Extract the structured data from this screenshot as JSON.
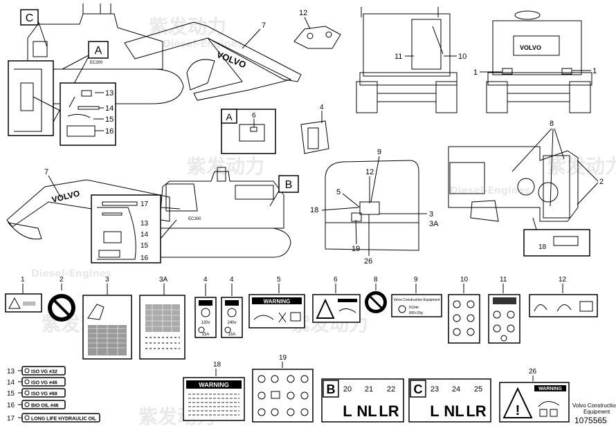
{
  "watermark": {
    "brand": "紫发动力",
    "sub": "Diesel-Engines"
  },
  "callouts": {
    "c1": "1",
    "c2": "2",
    "c3": "3",
    "c3a": "3A",
    "c4": "4",
    "c5": "5",
    "c6": "6",
    "c7": "7",
    "c8": "8",
    "c9": "9",
    "c10": "10",
    "c11": "11",
    "c12": "12",
    "c13": "13",
    "c14": "14",
    "c15": "15",
    "c16": "16",
    "c17": "17",
    "c18": "18",
    "c19": "19",
    "c20": "20",
    "c21": "21",
    "c22": "22",
    "c23": "23",
    "c24": "24",
    "c25": "25",
    "c26": "26"
  },
  "views": {
    "a": "A",
    "b": "B",
    "c": "C"
  },
  "machine_text": {
    "brand": "VOLVO",
    "model": "EC300"
  },
  "decal_texts": {
    "warning": "WARNING",
    "vce_plate": "Volvo Construction Equipment",
    "plate_line1": "8134e",
    "plate_line2": "800+29g",
    "v120": "120v",
    "v240": "240v",
    "amp": "15A"
  },
  "oil_labels": [
    {
      "num": "13",
      "text": "ISO VG #32"
    },
    {
      "num": "14",
      "text": "ISO VG #46"
    },
    {
      "num": "15",
      "text": "ISO VG #68"
    },
    {
      "num": "16",
      "text": "BIO OIL #46"
    },
    {
      "num": "17",
      "text": "LONG LIFE HYDRAULIC OIL"
    }
  ],
  "letter_decals": {
    "b": {
      "letter": "B",
      "items": [
        {
          "num": "20",
          "code": "L"
        },
        {
          "num": "21",
          "code": "NL"
        },
        {
          "num": "22",
          "code": "LR"
        }
      ]
    },
    "c": {
      "letter": "C",
      "items": [
        {
          "num": "23",
          "code": "L"
        },
        {
          "num": "24",
          "code": "NL"
        },
        {
          "num": "25",
          "code": "LR"
        }
      ]
    }
  },
  "credit": {
    "line1": "Volvo Construction",
    "line2": "Equipment",
    "part_number": "1075565"
  }
}
